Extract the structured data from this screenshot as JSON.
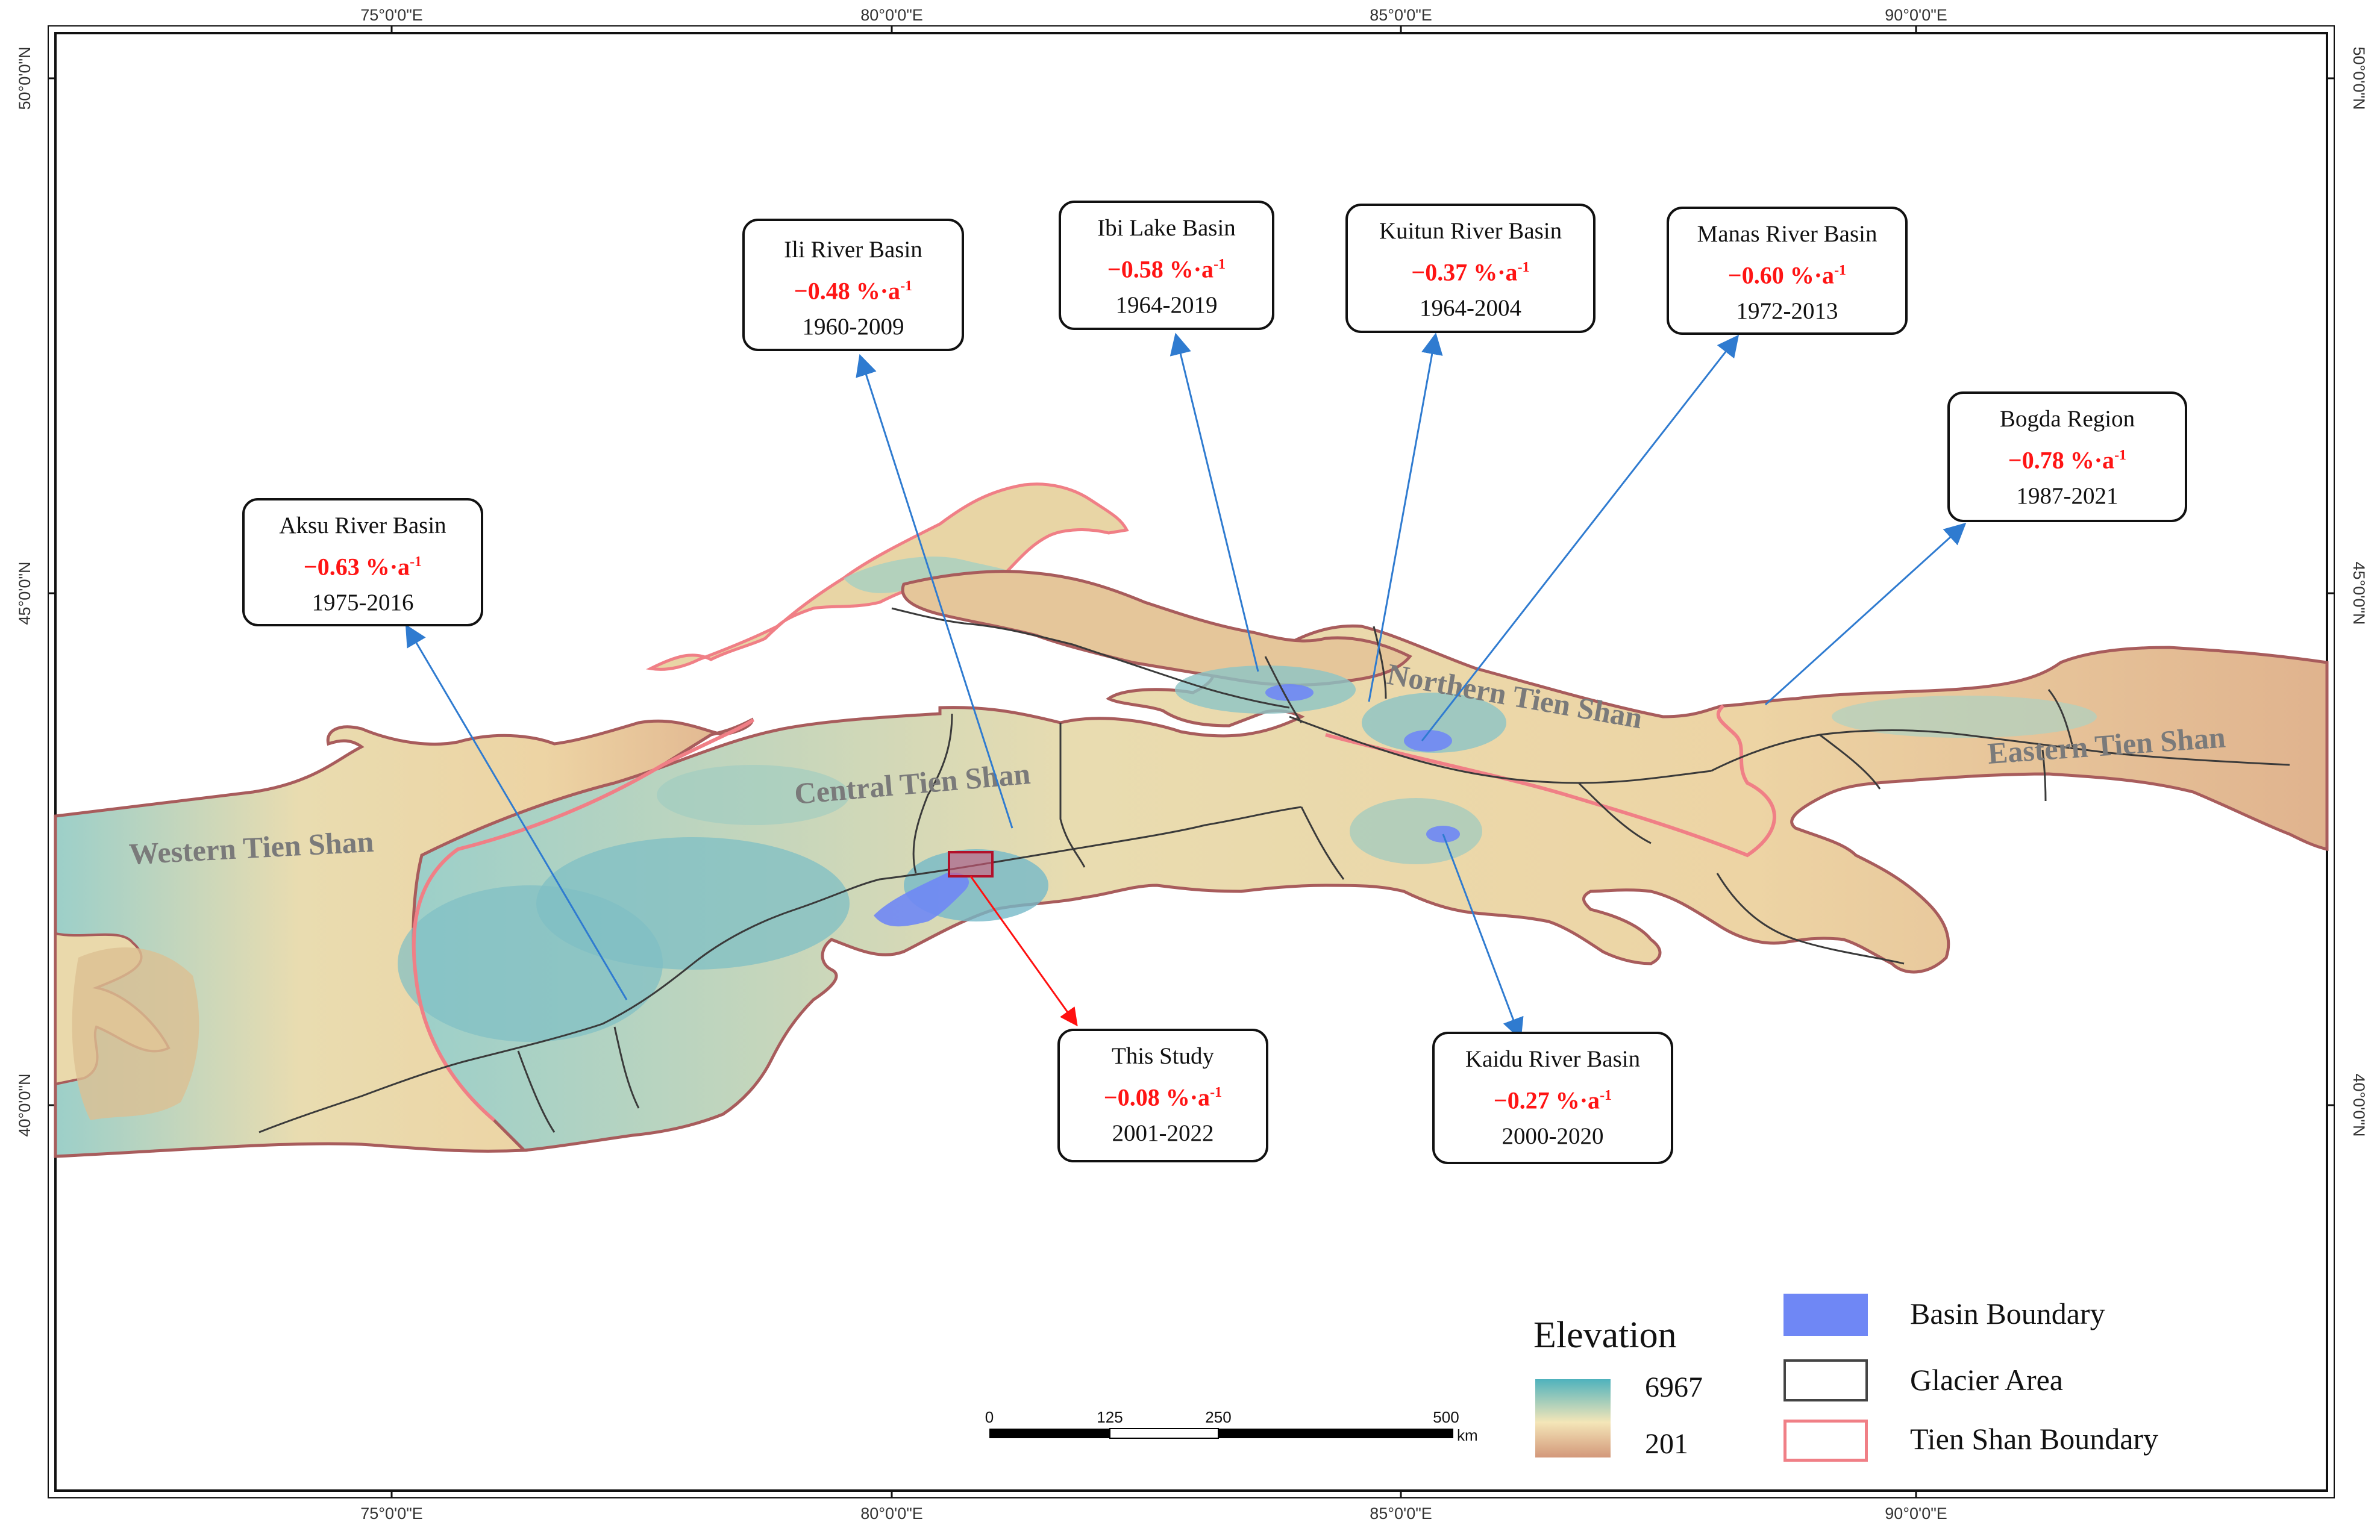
{
  "axes": {
    "top_longitudes": [
      "75°0'0\"E",
      "80°0'0\"E",
      "85°0'0\"E",
      "90°0'0\"E"
    ],
    "bottom_longitudes": [
      "75°0'0\"E",
      "80°0'0\"E",
      "85°0'0\"E",
      "90°0'0\"E"
    ],
    "left_latitudes": [
      "50°0'0\"N",
      "45°0'0\"N",
      "40°0'0\"N"
    ],
    "right_latitudes": [
      "50°0'0\"N",
      "45°0'0\"N",
      "40°0'0\"N"
    ]
  },
  "regions": {
    "western": "Western Tien Shan",
    "central": "Central Tien Shan",
    "northern": "Northern Tien Shan",
    "eastern": "Eastern Tien Shan"
  },
  "callouts": {
    "ili": {
      "name": "Ili River Basin",
      "rate": "−0.48 %·a",
      "exp": "-1",
      "years": "1960-2009"
    },
    "ibi": {
      "name": "Ibi Lake Basin",
      "rate": "−0.58 %·a",
      "exp": "-1",
      "years": "1964-2019"
    },
    "kuitun": {
      "name": "Kuitun River Basin",
      "rate": "−0.37 %·a",
      "exp": "-1",
      "years": "1964-2004"
    },
    "manas": {
      "name": "Manas River Basin",
      "rate": "−0.60 %·a",
      "exp": "-1",
      "years": "1972-2013"
    },
    "bogda": {
      "name": "Bogda Region",
      "rate": "−0.78 %·a",
      "exp": "-1",
      "years": "1987-2021"
    },
    "aksu": {
      "name": "Aksu River Basin",
      "rate": "−0.63 %·a",
      "exp": "-1",
      "years": "1975-2016"
    },
    "study": {
      "name": "This Study",
      "rate": "−0.08 %·a",
      "exp": "-1",
      "years": "2001-2022"
    },
    "kaidu": {
      "name": "Kaidu River Basin",
      "rate": "−0.27 %·a",
      "exp": "-1",
      "years": "2000-2020"
    }
  },
  "legend": {
    "title": "Elevation",
    "max": "6967",
    "min": "201",
    "basin_label": "Basin Boundary",
    "glacier_label": "Glacier Area",
    "boundary_label": "Tien Shan Boundary"
  },
  "scale_bar": {
    "ticks": [
      "0",
      "125",
      "250",
      "500"
    ],
    "unit": "km"
  },
  "colors": {
    "elev_high": "#5fb5c0",
    "elev_mid": "#f3e3b2",
    "elev_low": "#d6a07c",
    "basin": "#6f87f5",
    "boundary": "#f07f86",
    "glacier_line": "#3a3a3a",
    "arrow_blue": "#2f7bd0",
    "arrow_red": "#ff1010"
  }
}
